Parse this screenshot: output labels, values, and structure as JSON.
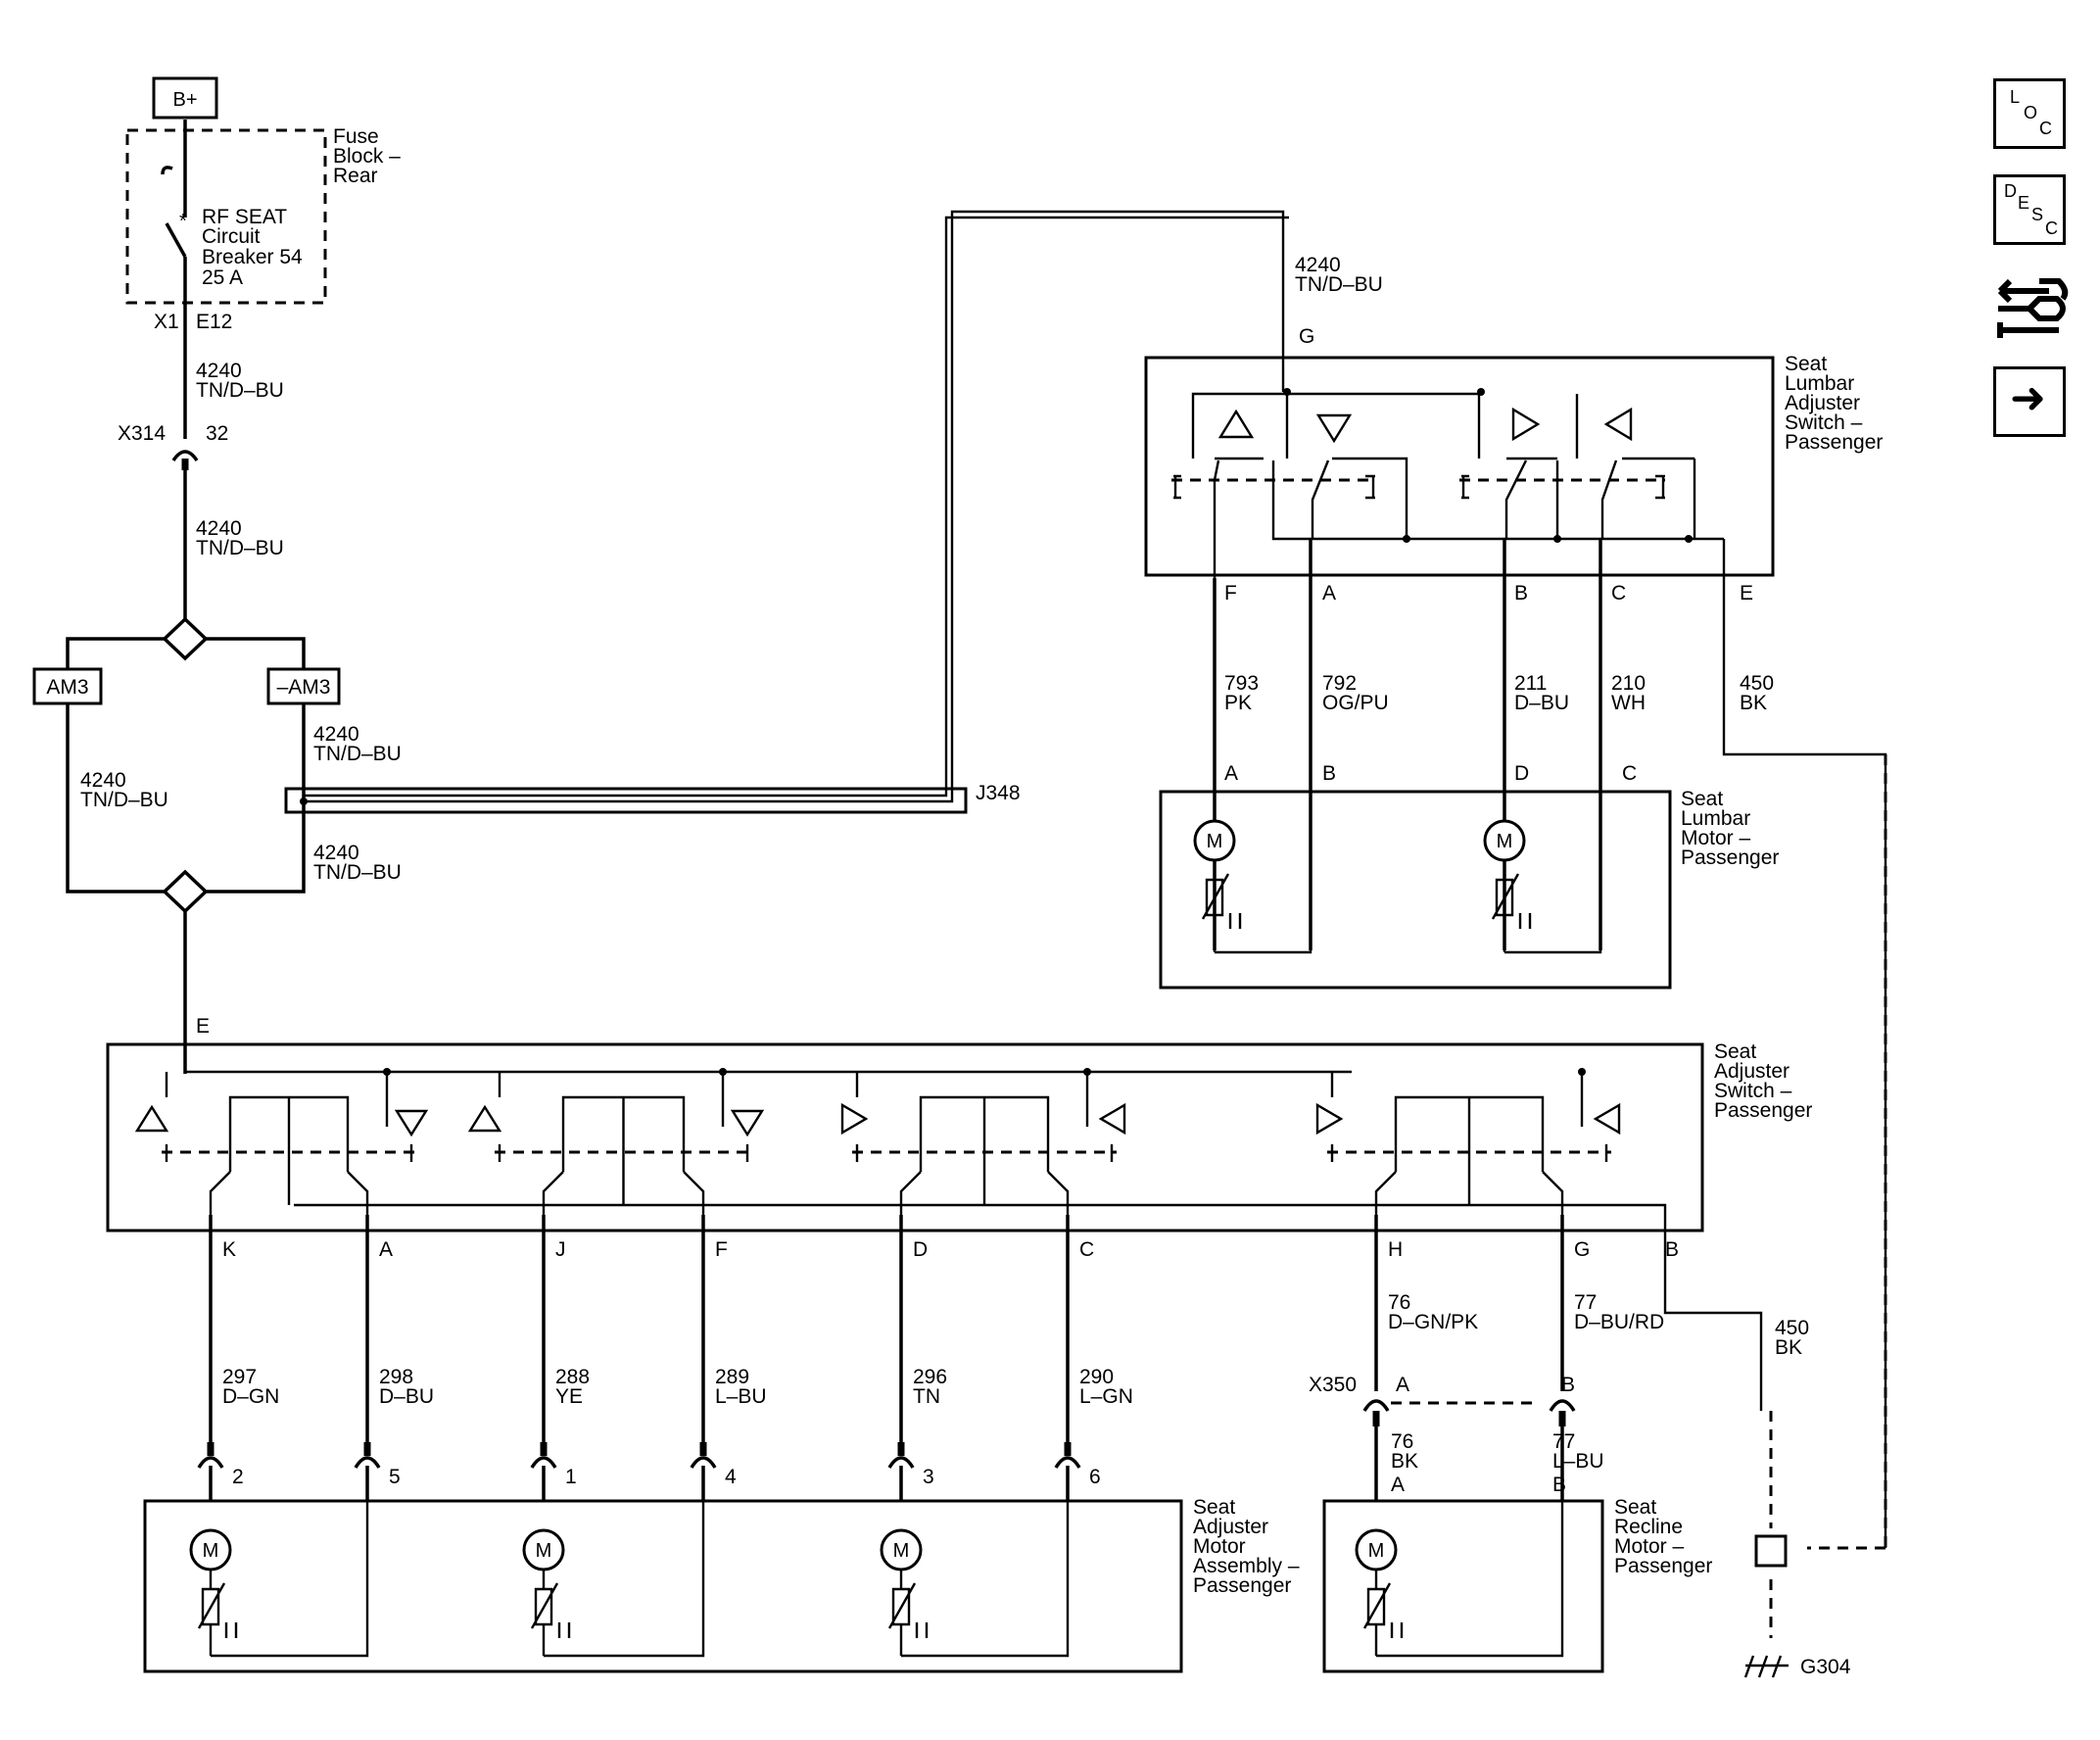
{
  "power": {
    "source": "B+"
  },
  "fuse_block": {
    "line1": "Fuse",
    "line2": "Block –",
    "line3": "Rear"
  },
  "breaker": {
    "line1": "RF SEAT",
    "line2": "Circuit",
    "line3": "Breaker 54",
    "line4": "25 A"
  },
  "pins": {
    "x1": "X1",
    "e12": "E12",
    "x314": "X314",
    "p32": "32",
    "g": "G",
    "e": "E",
    "j348": "J348",
    "x350": "X350",
    "g304": "G304"
  },
  "wires": {
    "w4240_num": "4240",
    "w4240_col": "TN/D–BU"
  },
  "splice": {
    "am3_left": "AM3",
    "am3_right": "–AM3"
  },
  "lumbar_switch": {
    "title": [
      "Seat",
      "Lumbar",
      "Adjuster",
      "Switch –",
      "Passenger"
    ],
    "pins": [
      "F",
      "A",
      "B",
      "C",
      "E"
    ],
    "wires": [
      {
        "num": "793",
        "col": "PK"
      },
      {
        "num": "792",
        "col": "OG/PU"
      },
      {
        "num": "211",
        "col": "D–BU"
      },
      {
        "num": "210",
        "col": "WH"
      },
      {
        "num": "450",
        "col": "BK"
      }
    ]
  },
  "lumbar_motor": {
    "title": [
      "Seat",
      "Lumbar",
      "Motor –",
      "Passenger"
    ],
    "pins": [
      "A",
      "B",
      "D",
      "C"
    ]
  },
  "seat_switch": {
    "title": [
      "Seat",
      "Adjuster",
      "Switch –",
      "Passenger"
    ],
    "pins": [
      "K",
      "A",
      "J",
      "F",
      "D",
      "C",
      "H",
      "G",
      "B"
    ],
    "wires": [
      {
        "num": "297",
        "col": "D–GN"
      },
      {
        "num": "298",
        "col": "D–BU"
      },
      {
        "num": "288",
        "col": "YE"
      },
      {
        "num": "289",
        "col": "L–BU"
      },
      {
        "num": "296",
        "col": "TN"
      },
      {
        "num": "290",
        "col": "L–GN"
      },
      {
        "num": "76",
        "col": "D–GN/PK"
      },
      {
        "num": "77",
        "col": "D–BU/RD"
      },
      {
        "num": "450",
        "col": "BK"
      }
    ]
  },
  "motor_assembly": {
    "title": [
      "Seat",
      "Adjuster",
      "Motor",
      "Assembly –",
      "Passenger"
    ],
    "pins": [
      "2",
      "5",
      "1",
      "4",
      "3",
      "6"
    ]
  },
  "x350": {
    "pin_a": "A",
    "pin_b": "B",
    "w76_num": "76",
    "w76_col": "BK",
    "w77_num": "77",
    "w77_col": "L–BU",
    "pa": "A",
    "pb": "B"
  },
  "recline_motor": {
    "title": [
      "Seat",
      "Recline",
      "Motor –",
      "Passenger"
    ]
  },
  "motor_symbol": "M",
  "side_icons": {
    "loc": [
      "L",
      "O",
      "C"
    ],
    "desc": [
      "D",
      "E",
      "S",
      "C"
    ],
    "arrow": "➜"
  }
}
